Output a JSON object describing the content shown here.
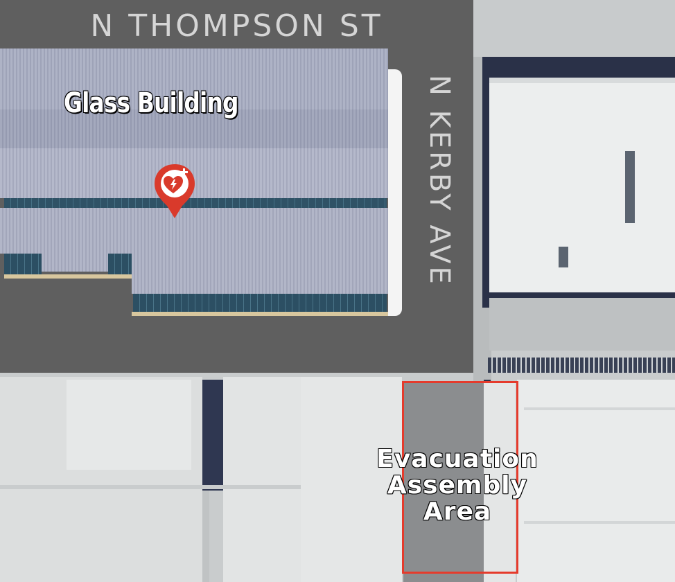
{
  "map": {
    "streets": {
      "north": "N THOMPSON ST",
      "east": "N KERBY AVE"
    },
    "building": {
      "name": "Glass Building"
    },
    "evacuation_area": {
      "lines": [
        "Evacuation",
        "Assembly",
        "Area"
      ],
      "border_color": "#e53b2c"
    },
    "marker": {
      "icon": "aed-heart-icon",
      "color": "#d93a2b"
    }
  }
}
